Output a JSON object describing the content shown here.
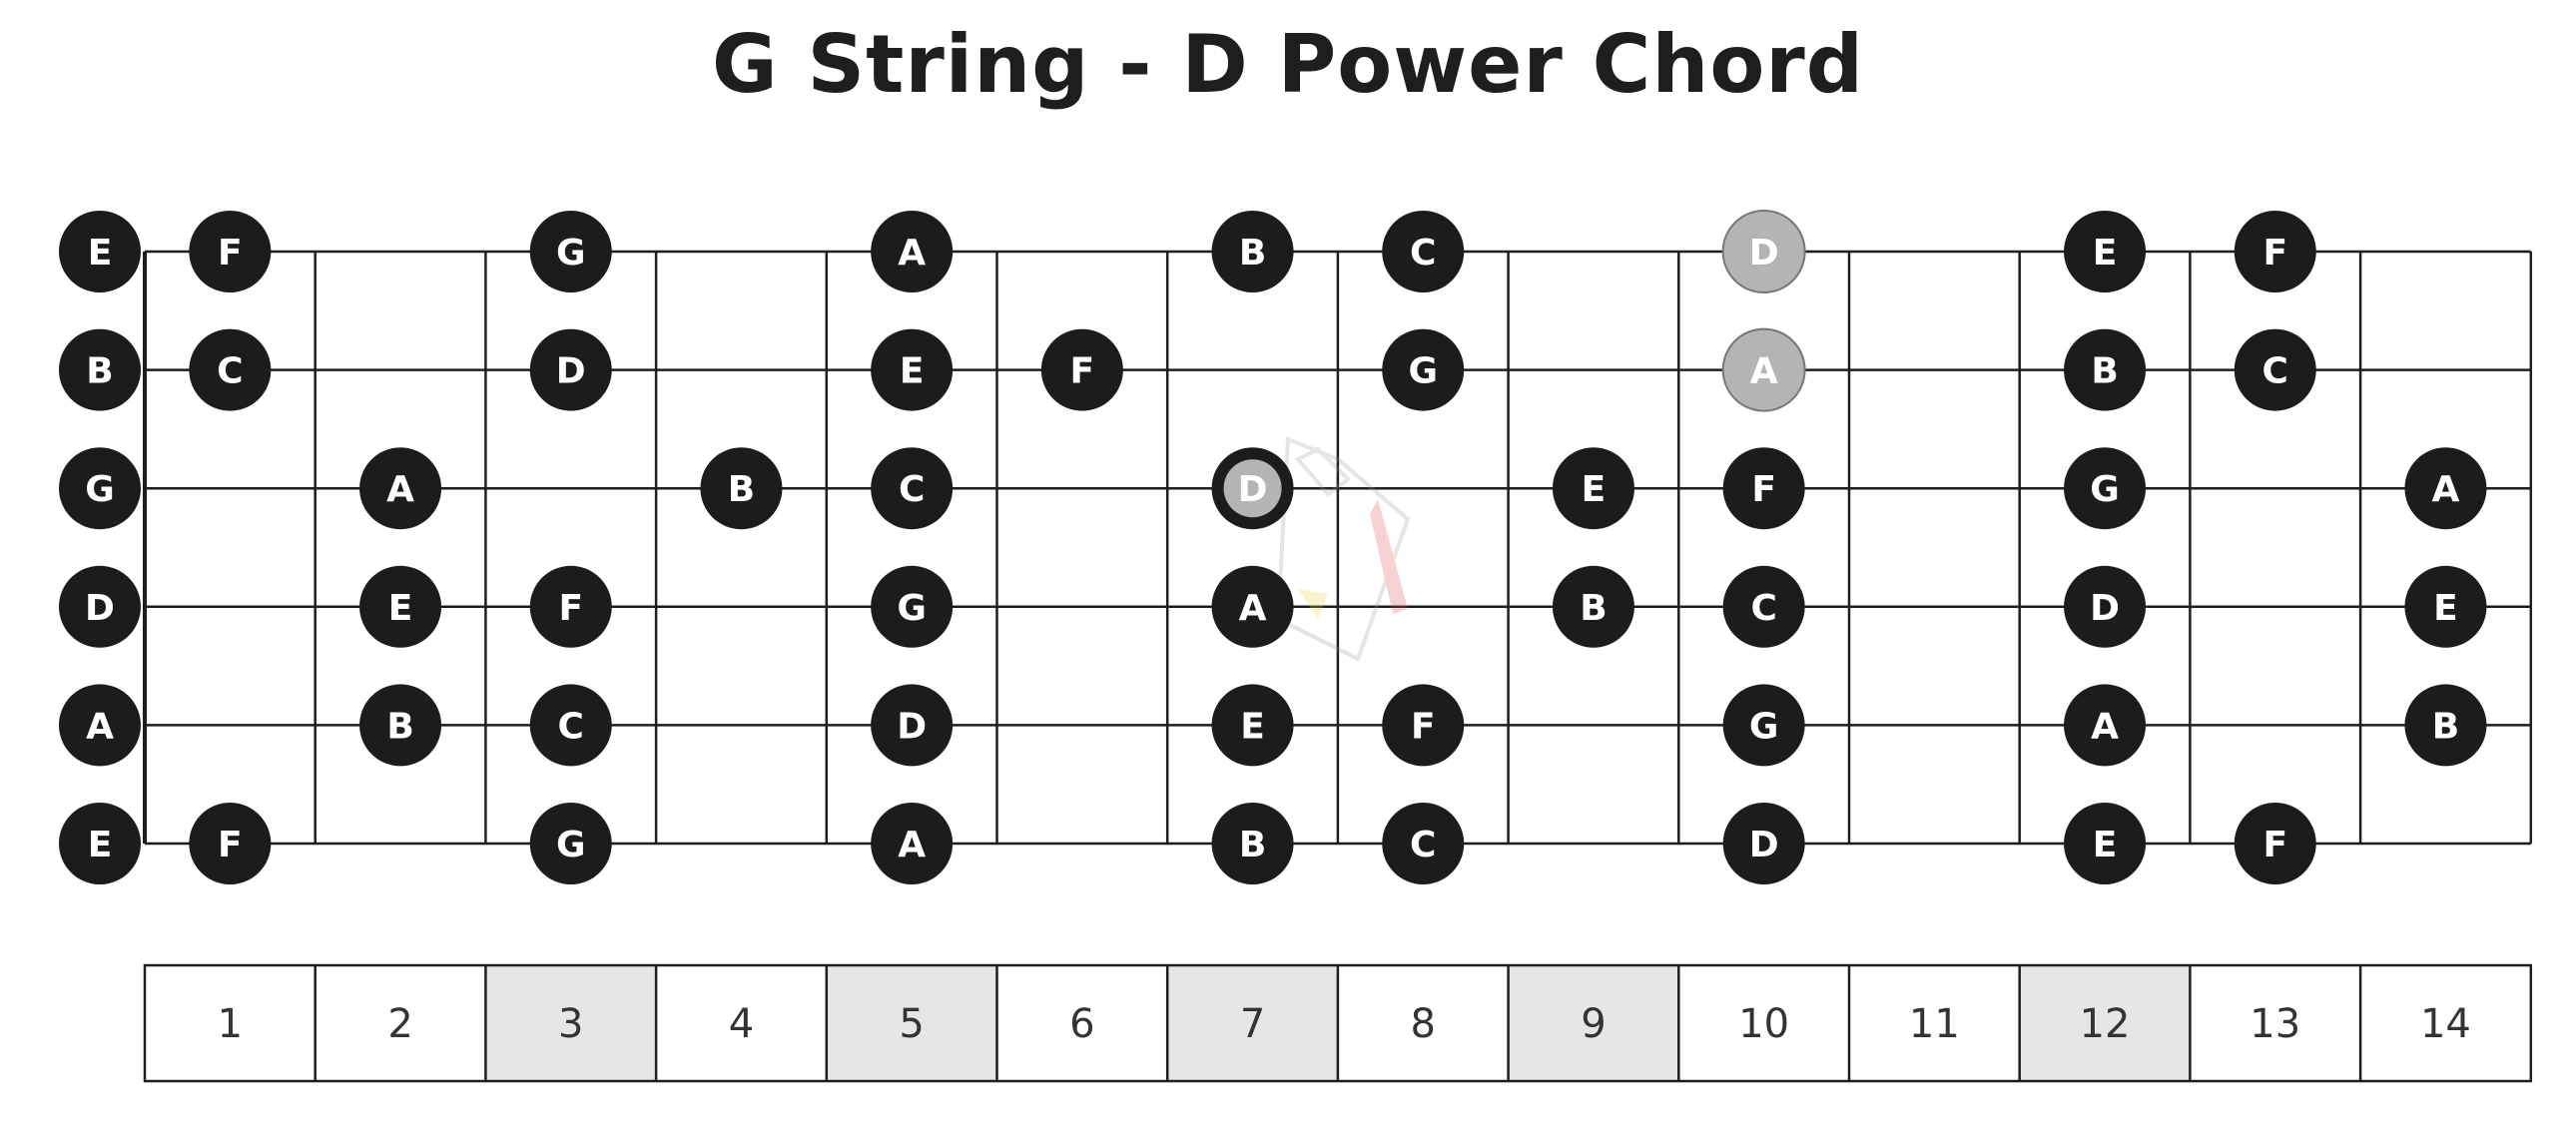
{
  "title": "G String - D Power Chord",
  "strings": [
    "E",
    "B",
    "G",
    "D",
    "A",
    "E"
  ],
  "fret_numbers": [
    "1",
    "2",
    "3",
    "4",
    "5",
    "6",
    "7",
    "8",
    "9",
    "10",
    "11",
    "12",
    "13",
    "14"
  ],
  "shaded_frets": [
    3,
    5,
    7,
    9,
    12
  ],
  "colors": {
    "note": "#1c1c1c",
    "highlight": "#b4b4b4",
    "shade": "#e6e6e6",
    "line": "#1e1e1e",
    "watermark_red": "#e05050",
    "watermark_yellow": "#f0d23c"
  },
  "notes": [
    {
      "string": 1,
      "fret": 0,
      "label": "E"
    },
    {
      "string": 1,
      "fret": 1,
      "label": "F"
    },
    {
      "string": 1,
      "fret": 3,
      "label": "G"
    },
    {
      "string": 1,
      "fret": 5,
      "label": "A"
    },
    {
      "string": 1,
      "fret": 7,
      "label": "B"
    },
    {
      "string": 1,
      "fret": 8,
      "label": "C"
    },
    {
      "string": 1,
      "fret": 10,
      "label": "D",
      "highlight": true
    },
    {
      "string": 1,
      "fret": 12,
      "label": "E"
    },
    {
      "string": 1,
      "fret": 13,
      "label": "F"
    },
    {
      "string": 2,
      "fret": 0,
      "label": "B"
    },
    {
      "string": 2,
      "fret": 1,
      "label": "C"
    },
    {
      "string": 2,
      "fret": 3,
      "label": "D"
    },
    {
      "string": 2,
      "fret": 5,
      "label": "E"
    },
    {
      "string": 2,
      "fret": 6,
      "label": "F"
    },
    {
      "string": 2,
      "fret": 8,
      "label": "G"
    },
    {
      "string": 2,
      "fret": 10,
      "label": "A",
      "highlight": true
    },
    {
      "string": 2,
      "fret": 12,
      "label": "B"
    },
    {
      "string": 2,
      "fret": 13,
      "label": "C"
    },
    {
      "string": 3,
      "fret": 0,
      "label": "G"
    },
    {
      "string": 3,
      "fret": 2,
      "label": "A"
    },
    {
      "string": 3,
      "fret": 4,
      "label": "B"
    },
    {
      "string": 3,
      "fret": 5,
      "label": "C"
    },
    {
      "string": 3,
      "fret": 7,
      "label": "D",
      "highlight": true,
      "root": true
    },
    {
      "string": 3,
      "fret": 9,
      "label": "E"
    },
    {
      "string": 3,
      "fret": 10,
      "label": "F"
    },
    {
      "string": 3,
      "fret": 12,
      "label": "G"
    },
    {
      "string": 3,
      "fret": 14,
      "label": "A"
    },
    {
      "string": 4,
      "fret": 0,
      "label": "D"
    },
    {
      "string": 4,
      "fret": 2,
      "label": "E"
    },
    {
      "string": 4,
      "fret": 3,
      "label": "F"
    },
    {
      "string": 4,
      "fret": 5,
      "label": "G"
    },
    {
      "string": 4,
      "fret": 7,
      "label": "A"
    },
    {
      "string": 4,
      "fret": 9,
      "label": "B"
    },
    {
      "string": 4,
      "fret": 10,
      "label": "C"
    },
    {
      "string": 4,
      "fret": 12,
      "label": "D"
    },
    {
      "string": 4,
      "fret": 14,
      "label": "E"
    },
    {
      "string": 5,
      "fret": 0,
      "label": "A"
    },
    {
      "string": 5,
      "fret": 2,
      "label": "B"
    },
    {
      "string": 5,
      "fret": 3,
      "label": "C"
    },
    {
      "string": 5,
      "fret": 5,
      "label": "D"
    },
    {
      "string": 5,
      "fret": 7,
      "label": "E"
    },
    {
      "string": 5,
      "fret": 8,
      "label": "F"
    },
    {
      "string": 5,
      "fret": 10,
      "label": "G"
    },
    {
      "string": 5,
      "fret": 12,
      "label": "A"
    },
    {
      "string": 5,
      "fret": 14,
      "label": "B"
    },
    {
      "string": 6,
      "fret": 0,
      "label": "E"
    },
    {
      "string": 6,
      "fret": 1,
      "label": "F"
    },
    {
      "string": 6,
      "fret": 3,
      "label": "G"
    },
    {
      "string": 6,
      "fret": 5,
      "label": "A"
    },
    {
      "string": 6,
      "fret": 7,
      "label": "B"
    },
    {
      "string": 6,
      "fret": 8,
      "label": "C"
    },
    {
      "string": 6,
      "fret": 10,
      "label": "D"
    },
    {
      "string": 6,
      "fret": 12,
      "label": "E"
    },
    {
      "string": 6,
      "fret": 13,
      "label": "F"
    }
  ]
}
